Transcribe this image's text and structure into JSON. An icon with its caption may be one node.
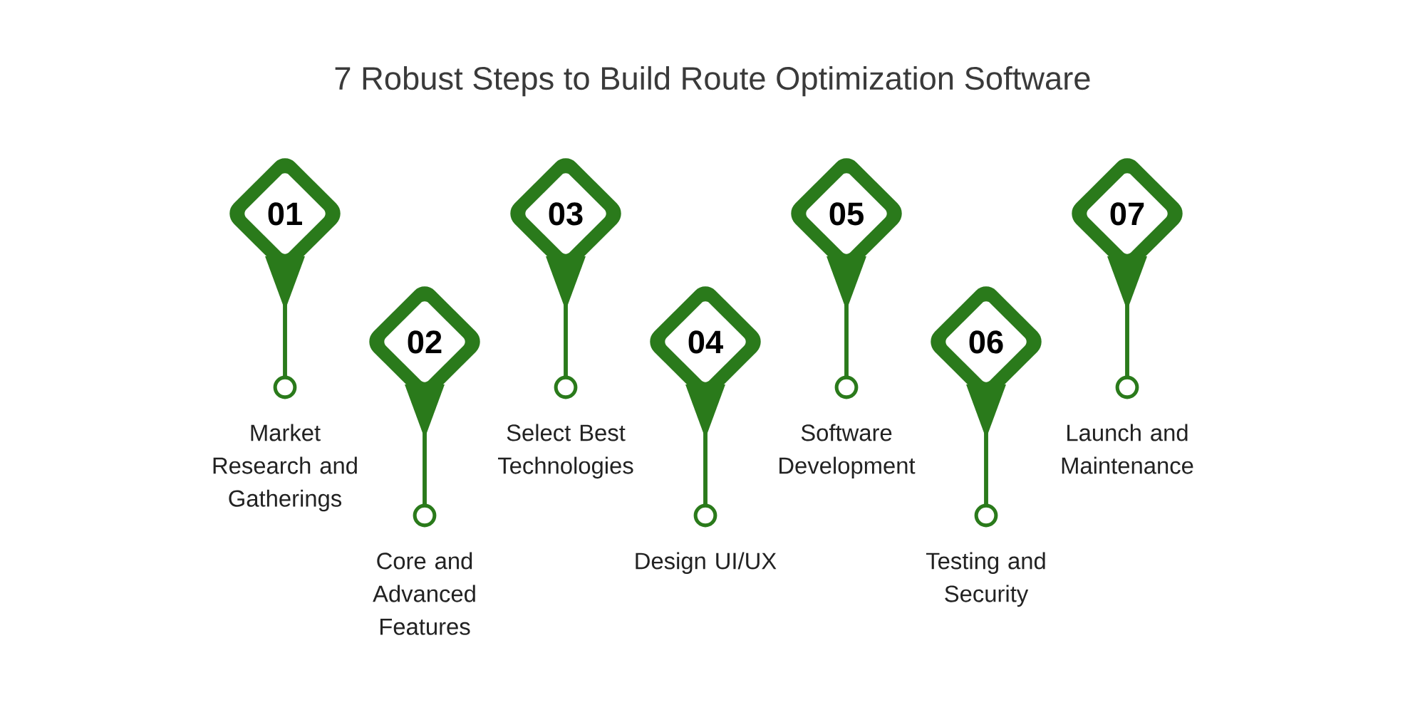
{
  "diagram": {
    "title": "7 Robust Steps to Build Route Optimization Software",
    "nodes": [
      {
        "text": [
          "01",
          "Market Research and Gatherings"
        ]
      },
      {
        "text": [
          "02",
          "Core and Advanced Features"
        ]
      },
      {
        "text": [
          "03",
          "Select Best Technologies"
        ]
      },
      {
        "text": [
          "04",
          "Design UI/UX"
        ]
      },
      {
        "text": [
          "05",
          "Software Development"
        ]
      },
      {
        "text": [
          "06",
          "Testing and Security"
        ]
      },
      {
        "text": [
          "07",
          "Launch and Maintenance"
        ]
      }
    ]
  }
}
